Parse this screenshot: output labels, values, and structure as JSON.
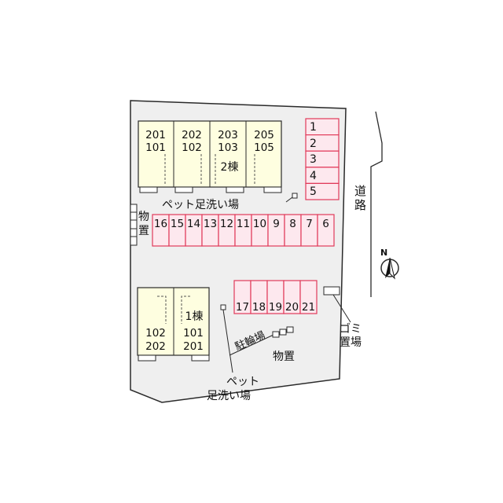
{
  "colors": {
    "lot_fill": "#efefef",
    "lot_stroke": "#2a2a2a",
    "building_fill": "#fefee0",
    "parking_fill": "#fde8ee",
    "parking_stroke": "#e13a5a",
    "road_stroke": "#2a2a2a"
  },
  "building2": {
    "name": "2棟",
    "units": [
      {
        "upper": "201",
        "lower": "101"
      },
      {
        "upper": "202",
        "lower": "102"
      },
      {
        "upper": "203",
        "lower": "103"
      },
      {
        "upper": "205",
        "lower": "105"
      }
    ]
  },
  "building1": {
    "name": "1棟",
    "units": [
      {
        "upper": "102",
        "lower": "202"
      },
      {
        "upper": "101",
        "lower": "201"
      }
    ]
  },
  "parking": {
    "column": [
      "1",
      "2",
      "3",
      "4",
      "5"
    ],
    "middle_row": [
      "16",
      "15",
      "14",
      "13",
      "12",
      "11",
      "10",
      "9",
      "8",
      "7",
      "6"
    ],
    "bottom_row": [
      "17",
      "18",
      "19",
      "20",
      "21"
    ]
  },
  "labels": {
    "pet_wash_top": "ペット足洗い場",
    "pet_wash_bottom_line1": "ペット",
    "pet_wash_bottom_line2": "足洗い場",
    "storage_left_line1": "物",
    "storage_left_line2": "置",
    "storage_bottom": "物置",
    "bike_parking": "駐輪場",
    "garbage_line1": "ゴミ",
    "garbage_line2": "置場",
    "road_line1": "道",
    "road_line2": "路",
    "compass_north": "N"
  },
  "icons": [
    "compass-icon"
  ]
}
